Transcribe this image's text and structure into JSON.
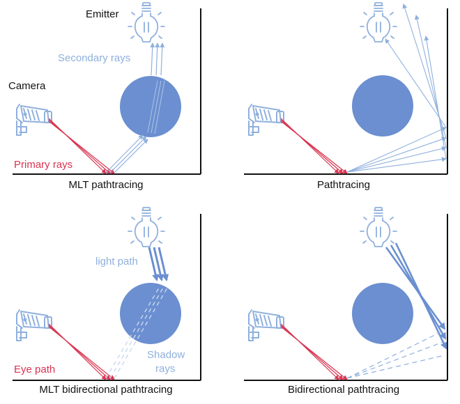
{
  "colors": {
    "primary": "#d9334f",
    "secondary": "#8fb0dd",
    "sphere": "#6b8fd0",
    "axis": "#111111",
    "label": "#111111"
  },
  "panels": [
    {
      "caption": "MLT pathtracing",
      "label_emitter": "Emitter",
      "label_camera": "Camera",
      "label_secondary": "Secondary rays",
      "label_primary": "Primary rays"
    },
    {
      "caption": "Pathtracing"
    },
    {
      "caption": "MLT bidirectional pathtracing",
      "label_light_path": "light path",
      "label_shadow_1": "Shadow",
      "label_shadow_2": "rays",
      "label_eye_path": "Eye path"
    },
    {
      "caption": "Bidirectional pathtracing"
    }
  ],
  "icons": [
    "light-bulb-icon",
    "security-camera-icon"
  ]
}
